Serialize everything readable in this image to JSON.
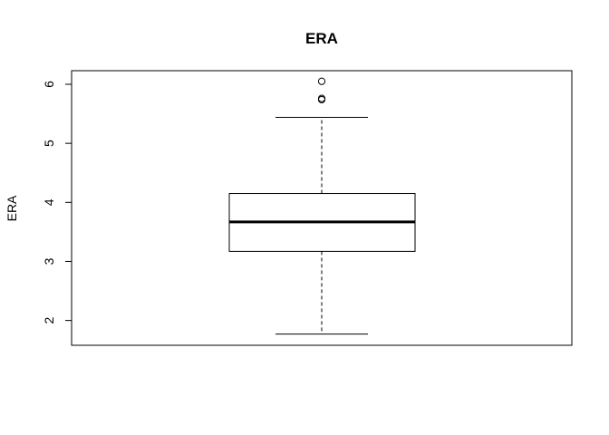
{
  "chart_data": {
    "type": "box",
    "title": "ERA",
    "xlabel": "",
    "ylabel": "ERA",
    "ylim": [
      1.58,
      6.23
    ],
    "yticks": [
      2,
      3,
      4,
      5,
      6
    ],
    "grid": false,
    "legend": "none",
    "box": {
      "whisker_low": 1.77,
      "q1": 3.17,
      "median": 3.67,
      "q3": 4.15,
      "whisker_high": 5.44,
      "outliers": [
        5.74,
        5.76,
        6.05
      ]
    },
    "colors": {
      "stroke": "#000000",
      "background": "#ffffff"
    }
  }
}
